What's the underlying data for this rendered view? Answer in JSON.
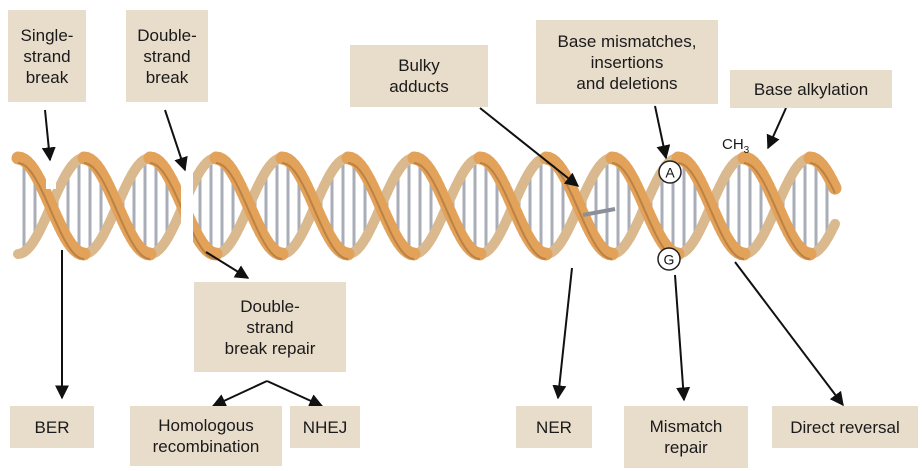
{
  "damage": {
    "single_strand_break": "Single-\nstrand\nbreak",
    "double_strand_break": "Double-\nstrand\nbreak",
    "bulky_adducts": "Bulky\nadducts",
    "base_mismatches": "Base mismatches,\ninsertions\nand deletions",
    "base_alkylation": "Base alkylation",
    "ch3": "CH",
    "ch3_sub": "3",
    "base_a": "A",
    "base_g": "G"
  },
  "repair": {
    "dsb_repair": "Double-\nstrand\nbreak repair",
    "ber": "BER",
    "homologous_recombination": "Homologous\nrecombination",
    "nhej": "NHEJ",
    "ner": "NER",
    "mismatch_repair": "Mismatch\nrepair",
    "direct_reversal": "Direct reversal"
  },
  "colors": {
    "box_fill": "#e8dccb",
    "strand_front": "#e3a25a",
    "strand_back": "#d9b98d",
    "rungs": "#a8adb8"
  }
}
